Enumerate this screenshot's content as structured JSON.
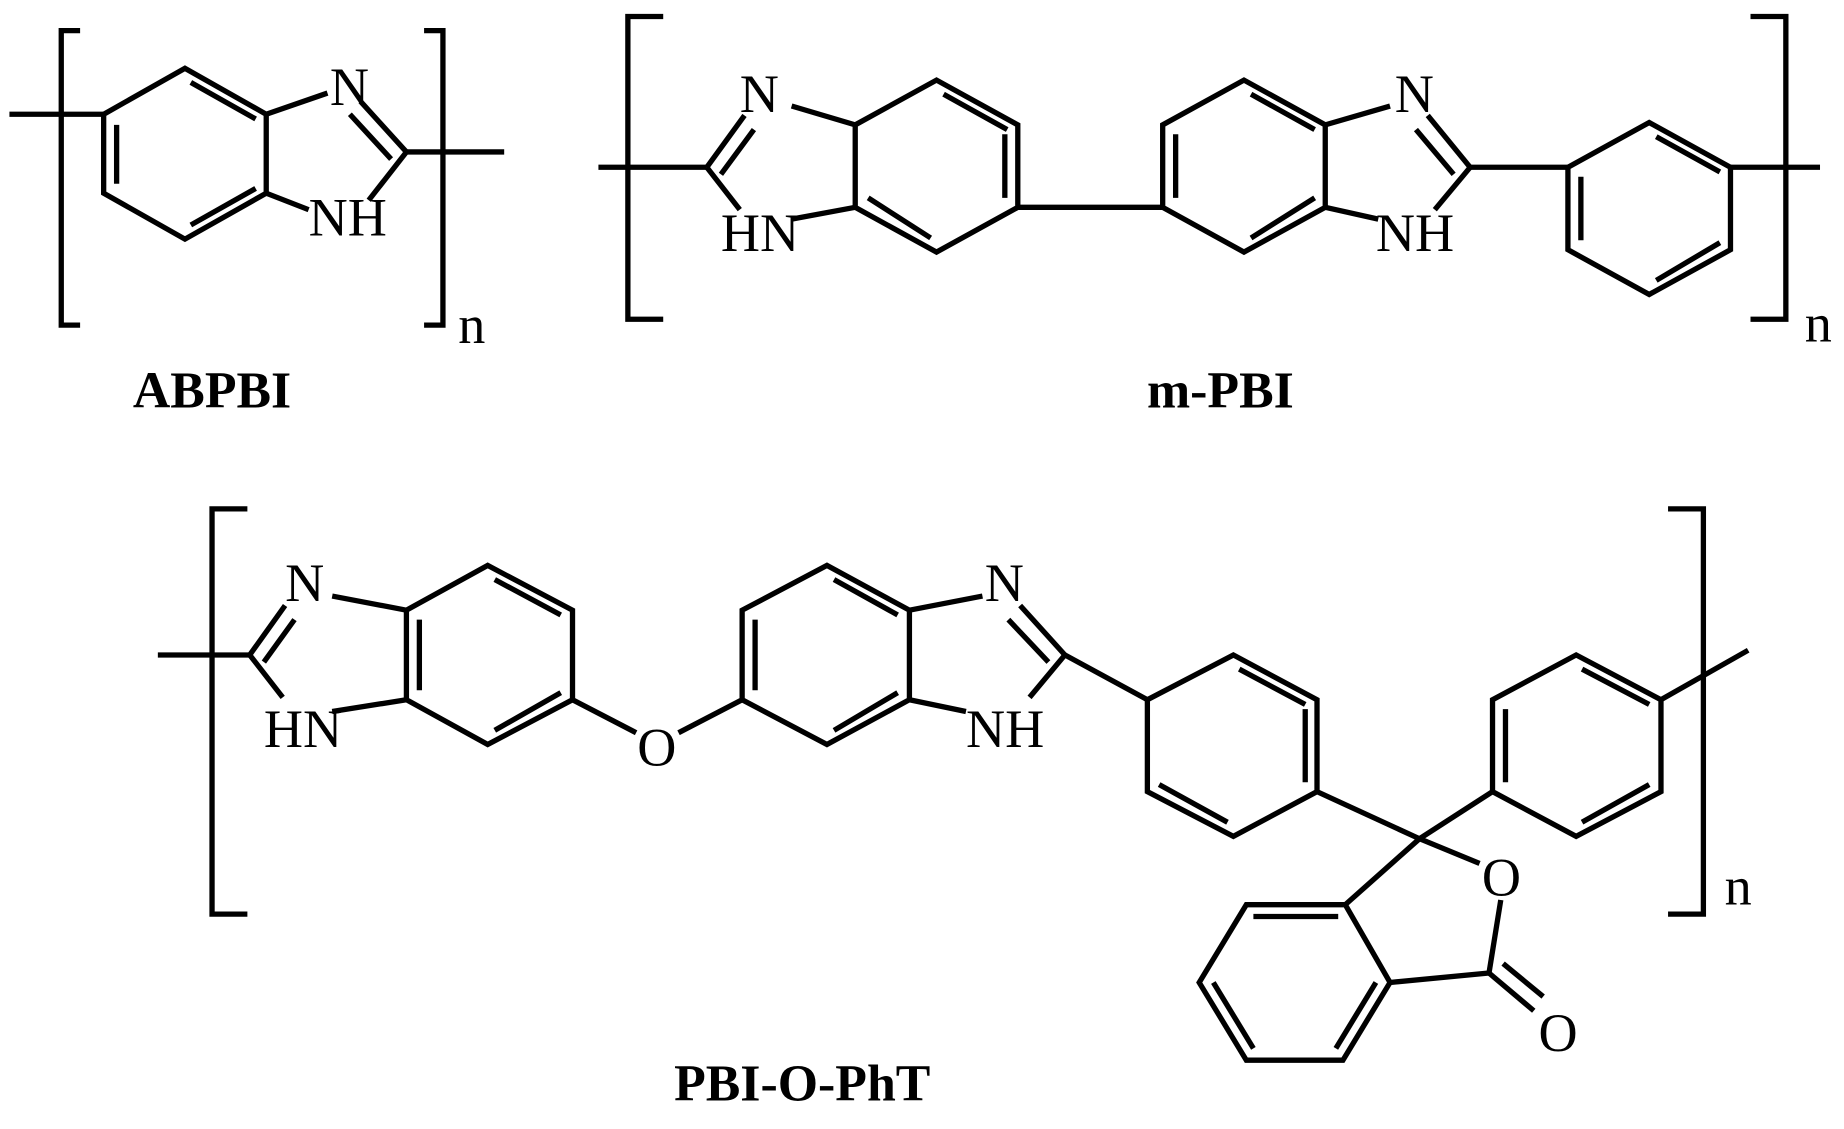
{
  "structures": [
    {
      "name": "ABPBI",
      "repeat": "n"
    },
    {
      "name": "m-PBI",
      "repeat": "n"
    },
    {
      "name": "PBI-O-PhT",
      "repeat": "n"
    }
  ],
  "atoms": {
    "N": "N",
    "NH": "NH",
    "HN": "HN",
    "O": "O"
  }
}
